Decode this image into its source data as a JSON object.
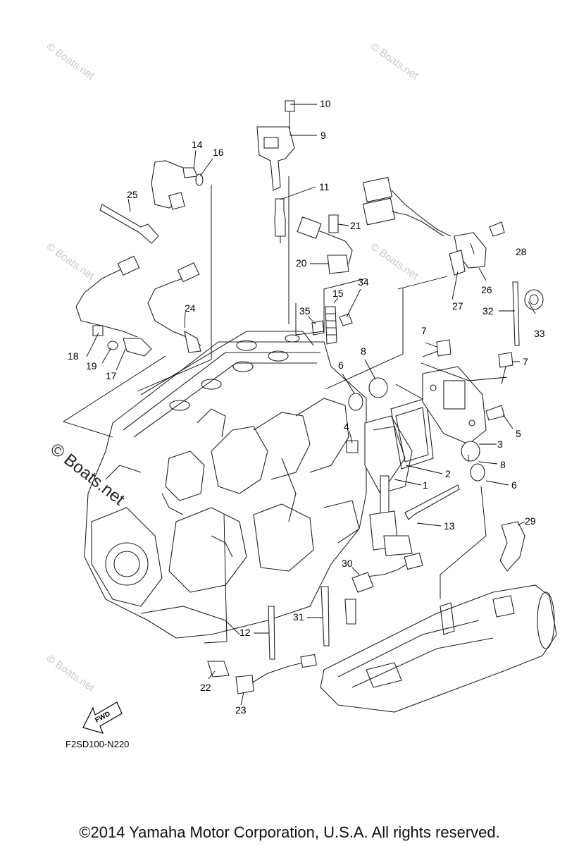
{
  "callouts": [
    {
      "num": "1"
    },
    {
      "num": "2"
    },
    {
      "num": "3"
    },
    {
      "num": "4"
    },
    {
      "num": "5"
    },
    {
      "num": "6"
    },
    {
      "num": "6"
    },
    {
      "num": "7"
    },
    {
      "num": "7"
    },
    {
      "num": "8"
    },
    {
      "num": "8"
    },
    {
      "num": "9"
    },
    {
      "num": "10"
    },
    {
      "num": "11"
    },
    {
      "num": "12"
    },
    {
      "num": "13"
    },
    {
      "num": "14"
    },
    {
      "num": "15"
    },
    {
      "num": "16"
    },
    {
      "num": "17"
    },
    {
      "num": "18"
    },
    {
      "num": "19"
    },
    {
      "num": "20"
    },
    {
      "num": "21"
    },
    {
      "num": "22"
    },
    {
      "num": "23"
    },
    {
      "num": "24"
    },
    {
      "num": "25"
    },
    {
      "num": "26"
    },
    {
      "num": "27"
    },
    {
      "num": "28"
    },
    {
      "num": "29"
    },
    {
      "num": "30"
    },
    {
      "num": "31"
    },
    {
      "num": "32"
    },
    {
      "num": "33"
    },
    {
      "num": "34"
    },
    {
      "num": "35"
    }
  ],
  "diagram_code": "F2SD100-N220",
  "fwd_label": "FWD",
  "watermark": {
    "big": "© Boats.net",
    "small": "© Boats.net"
  },
  "copyright": "©2014 Yamaha Motor Corporation, U.S.A. All rights reserved."
}
